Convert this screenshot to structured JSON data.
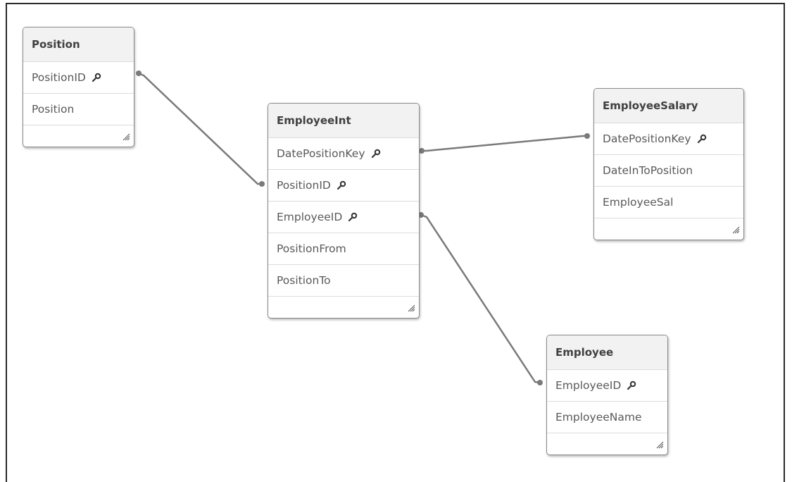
{
  "tables": {
    "position": {
      "name": "Position",
      "fields": [
        {
          "label": "PositionID",
          "key": true
        },
        {
          "label": "Position",
          "key": false
        }
      ]
    },
    "employee_int": {
      "name": "EmployeeInt",
      "fields": [
        {
          "label": "DatePositionKey",
          "key": true
        },
        {
          "label": "PositionID",
          "key": true
        },
        {
          "label": "EmployeeID",
          "key": true
        },
        {
          "label": "PositionFrom",
          "key": false
        },
        {
          "label": "PositionTo",
          "key": false
        }
      ]
    },
    "employee_salary": {
      "name": "EmployeeSalary",
      "fields": [
        {
          "label": "DatePositionKey",
          "key": true
        },
        {
          "label": "DateInToPosition",
          "key": false
        },
        {
          "label": "EmployeeSal",
          "key": false
        }
      ]
    },
    "employee": {
      "name": "Employee",
      "fields": [
        {
          "label": "EmployeeID",
          "key": true
        },
        {
          "label": "EmployeeName",
          "key": false
        }
      ]
    }
  },
  "links": [
    {
      "from": "Position.PositionID",
      "to": "EmployeeInt.PositionID"
    },
    {
      "from": "EmployeeInt.DatePositionKey",
      "to": "EmployeeSalary.DatePositionKey"
    },
    {
      "from": "EmployeeInt.EmployeeID",
      "to": "Employee.EmployeeID"
    }
  ],
  "colors": {
    "link": "#7a7a7a",
    "header_bg": "#f2f2f2",
    "border": "#8a8a8a"
  },
  "icons": {
    "key_field": "key-icon",
    "resize": "resize-grip-icon"
  }
}
